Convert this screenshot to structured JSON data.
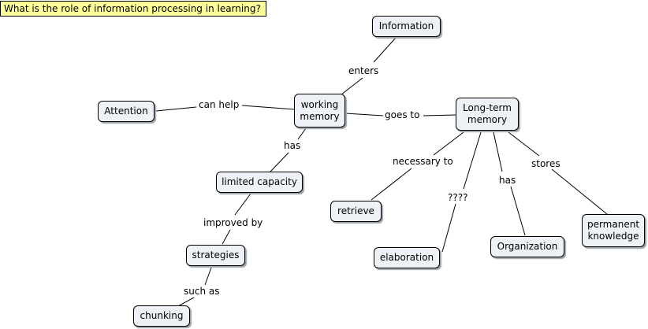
{
  "question": "What is the role of information processing in learning?",
  "nodes": {
    "information": "Information",
    "attention": "Attention",
    "working_memory": "working\nmemory",
    "long_term_memory": "Long-term\nmemory",
    "limited_capacity": "limited capacity",
    "retrieve": "retrieve",
    "elaboration": "elaboration",
    "organization": "Organization",
    "permanent_knowledge": "permanent\nknowledge",
    "strategies": "strategies",
    "chunking": "chunking"
  },
  "links": {
    "enters": "enters",
    "can_help": "can help",
    "goes_to": "goes to",
    "has_limited": "has",
    "necessary_to": "necessary to",
    "question_marks": "????",
    "has_organization": "has",
    "stores": "stores",
    "improved_by": "improved by",
    "such_as": "such as"
  }
}
